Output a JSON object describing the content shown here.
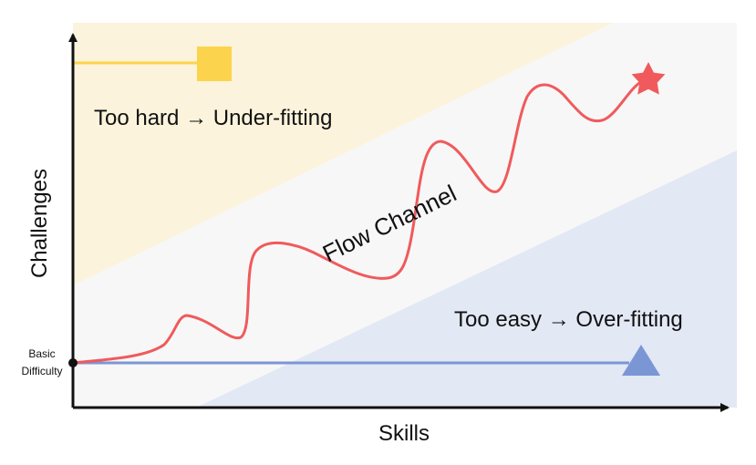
{
  "diagram": {
    "x_axis_label": "Skills",
    "y_axis_label": "Challenges",
    "origin_label_line1": "Basic",
    "origin_label_line2": "Difficulty",
    "hard_label": "Too hard → Under-fitting",
    "easy_label": "Too easy → Over-fitting",
    "channel_label": "Flow Channel"
  },
  "colors": {
    "hard_zone": "#fcf3dc",
    "channel": "#f7f7f7",
    "easy_zone": "#e2e8f4",
    "hard_marker": "#fcd34d",
    "easy_marker": "#7b96d4",
    "path": "#f05a5c",
    "axis": "#111111"
  },
  "icons": {
    "hard_marker": "square-icon",
    "easy_marker": "triangle-icon",
    "goal_marker": "star-icon"
  }
}
